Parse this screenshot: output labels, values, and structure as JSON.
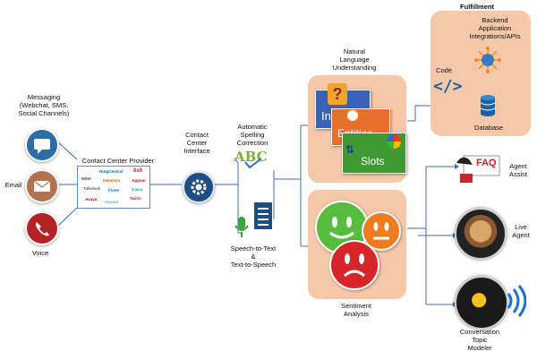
{
  "channels": {
    "messaging": "Messaging\n(Webchat, SMS,\nSocial Channels)",
    "email": "Email",
    "voice": "Voice"
  },
  "contact_center_provider": {
    "label": "Contact Center Provider",
    "brands": [
      "RingCentral",
      "8x8",
      "Mitel",
      "Genesys",
      "Appian",
      "Talkdesk",
      "Five9",
      "Cisco",
      "Avaya",
      "Twilio",
      "Upwire"
    ]
  },
  "contact_center_interface": "Contact\nCenter\nInterface",
  "automatic_spelling_correction": {
    "label": "Automatic\nSpelling\nCorrection",
    "glyph": "ABC"
  },
  "speech": "Speech-to-Text\n&\nText-to-Speech",
  "nlu": {
    "label": "Natural\nLanguage\nUnderstanding",
    "cards": [
      {
        "name": "Intent",
        "color": "#3a62b8"
      },
      {
        "name": "Entities",
        "color": "#e8702a"
      },
      {
        "name": "Slots",
        "color": "#3f9a36"
      }
    ]
  },
  "sentiment": {
    "label": "Sentiment\nAnalysis"
  },
  "fulfillment": {
    "title": "Fulfillment",
    "backend": "Backend\nApplication\nIntegrations/APIs",
    "code": "Code",
    "database": "Database"
  },
  "outputs": {
    "agent_assist": "Agent\nAssist",
    "faq": "FAQ",
    "live_agent": "Live\nAgent",
    "topic_modeler": "Conversation\nTopic\nModeler"
  },
  "colors": {
    "panel": "#f6c8aa",
    "accent_blue": "#1d5fa8",
    "happy": "#58bd3f",
    "neutral": "#f07a1e",
    "sad": "#d9242a"
  }
}
